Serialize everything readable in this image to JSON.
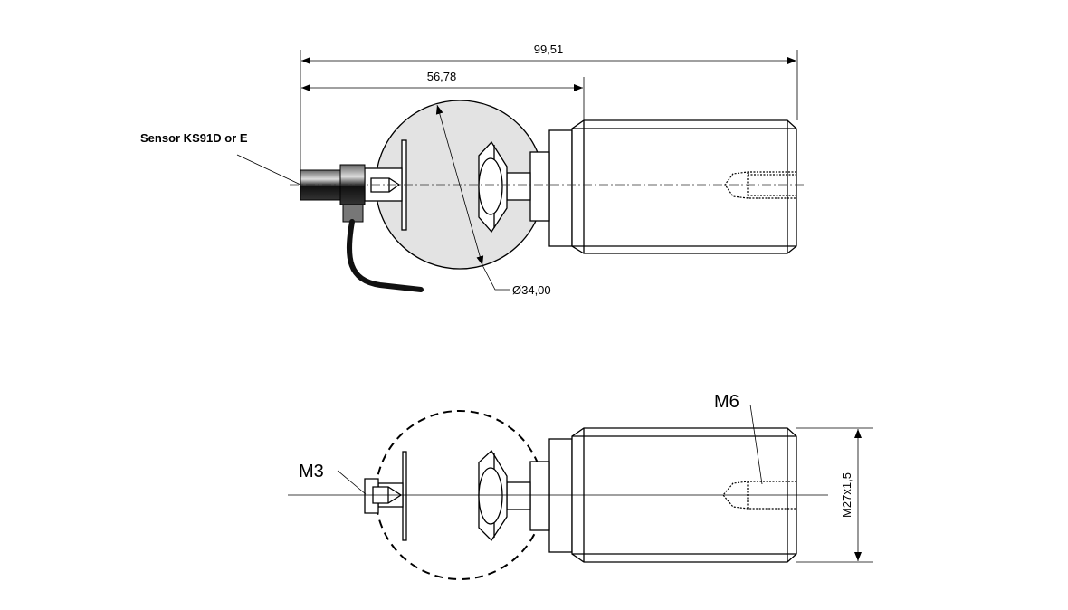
{
  "dimensions": {
    "overall_length": "99,51",
    "sphere_offset": "56,78",
    "sphere_diameter": "Ø34,00",
    "thread": "M27x1,5"
  },
  "labels": {
    "sensor": "Sensor KS91D  or E",
    "m3": "M3",
    "m6": "M6"
  }
}
